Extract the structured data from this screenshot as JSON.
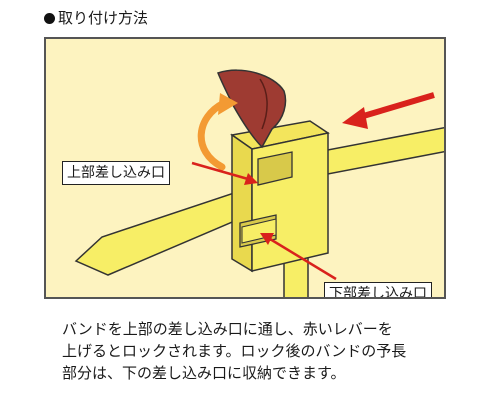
{
  "heading": "取り付け方法",
  "labels": {
    "upper_slot": "上部差し込み口",
    "lower_slot": "下部差し込み口"
  },
  "description_lines": [
    "バンドを上部の差し込み口に通し、赤いレバーを",
    "上げるとロックされます。ロック後のバンドの予長",
    "部分は、下の差し込み口に収納できます。"
  ],
  "colors": {
    "panel_background": "#fdf3c0",
    "band_yellow": "#f7ee66",
    "lever_red": "#9e3b32",
    "arrow_red": "#d9221c",
    "rotation_arrow": "#f39a33"
  },
  "icons": {
    "bullet": "black-circle-icon"
  }
}
